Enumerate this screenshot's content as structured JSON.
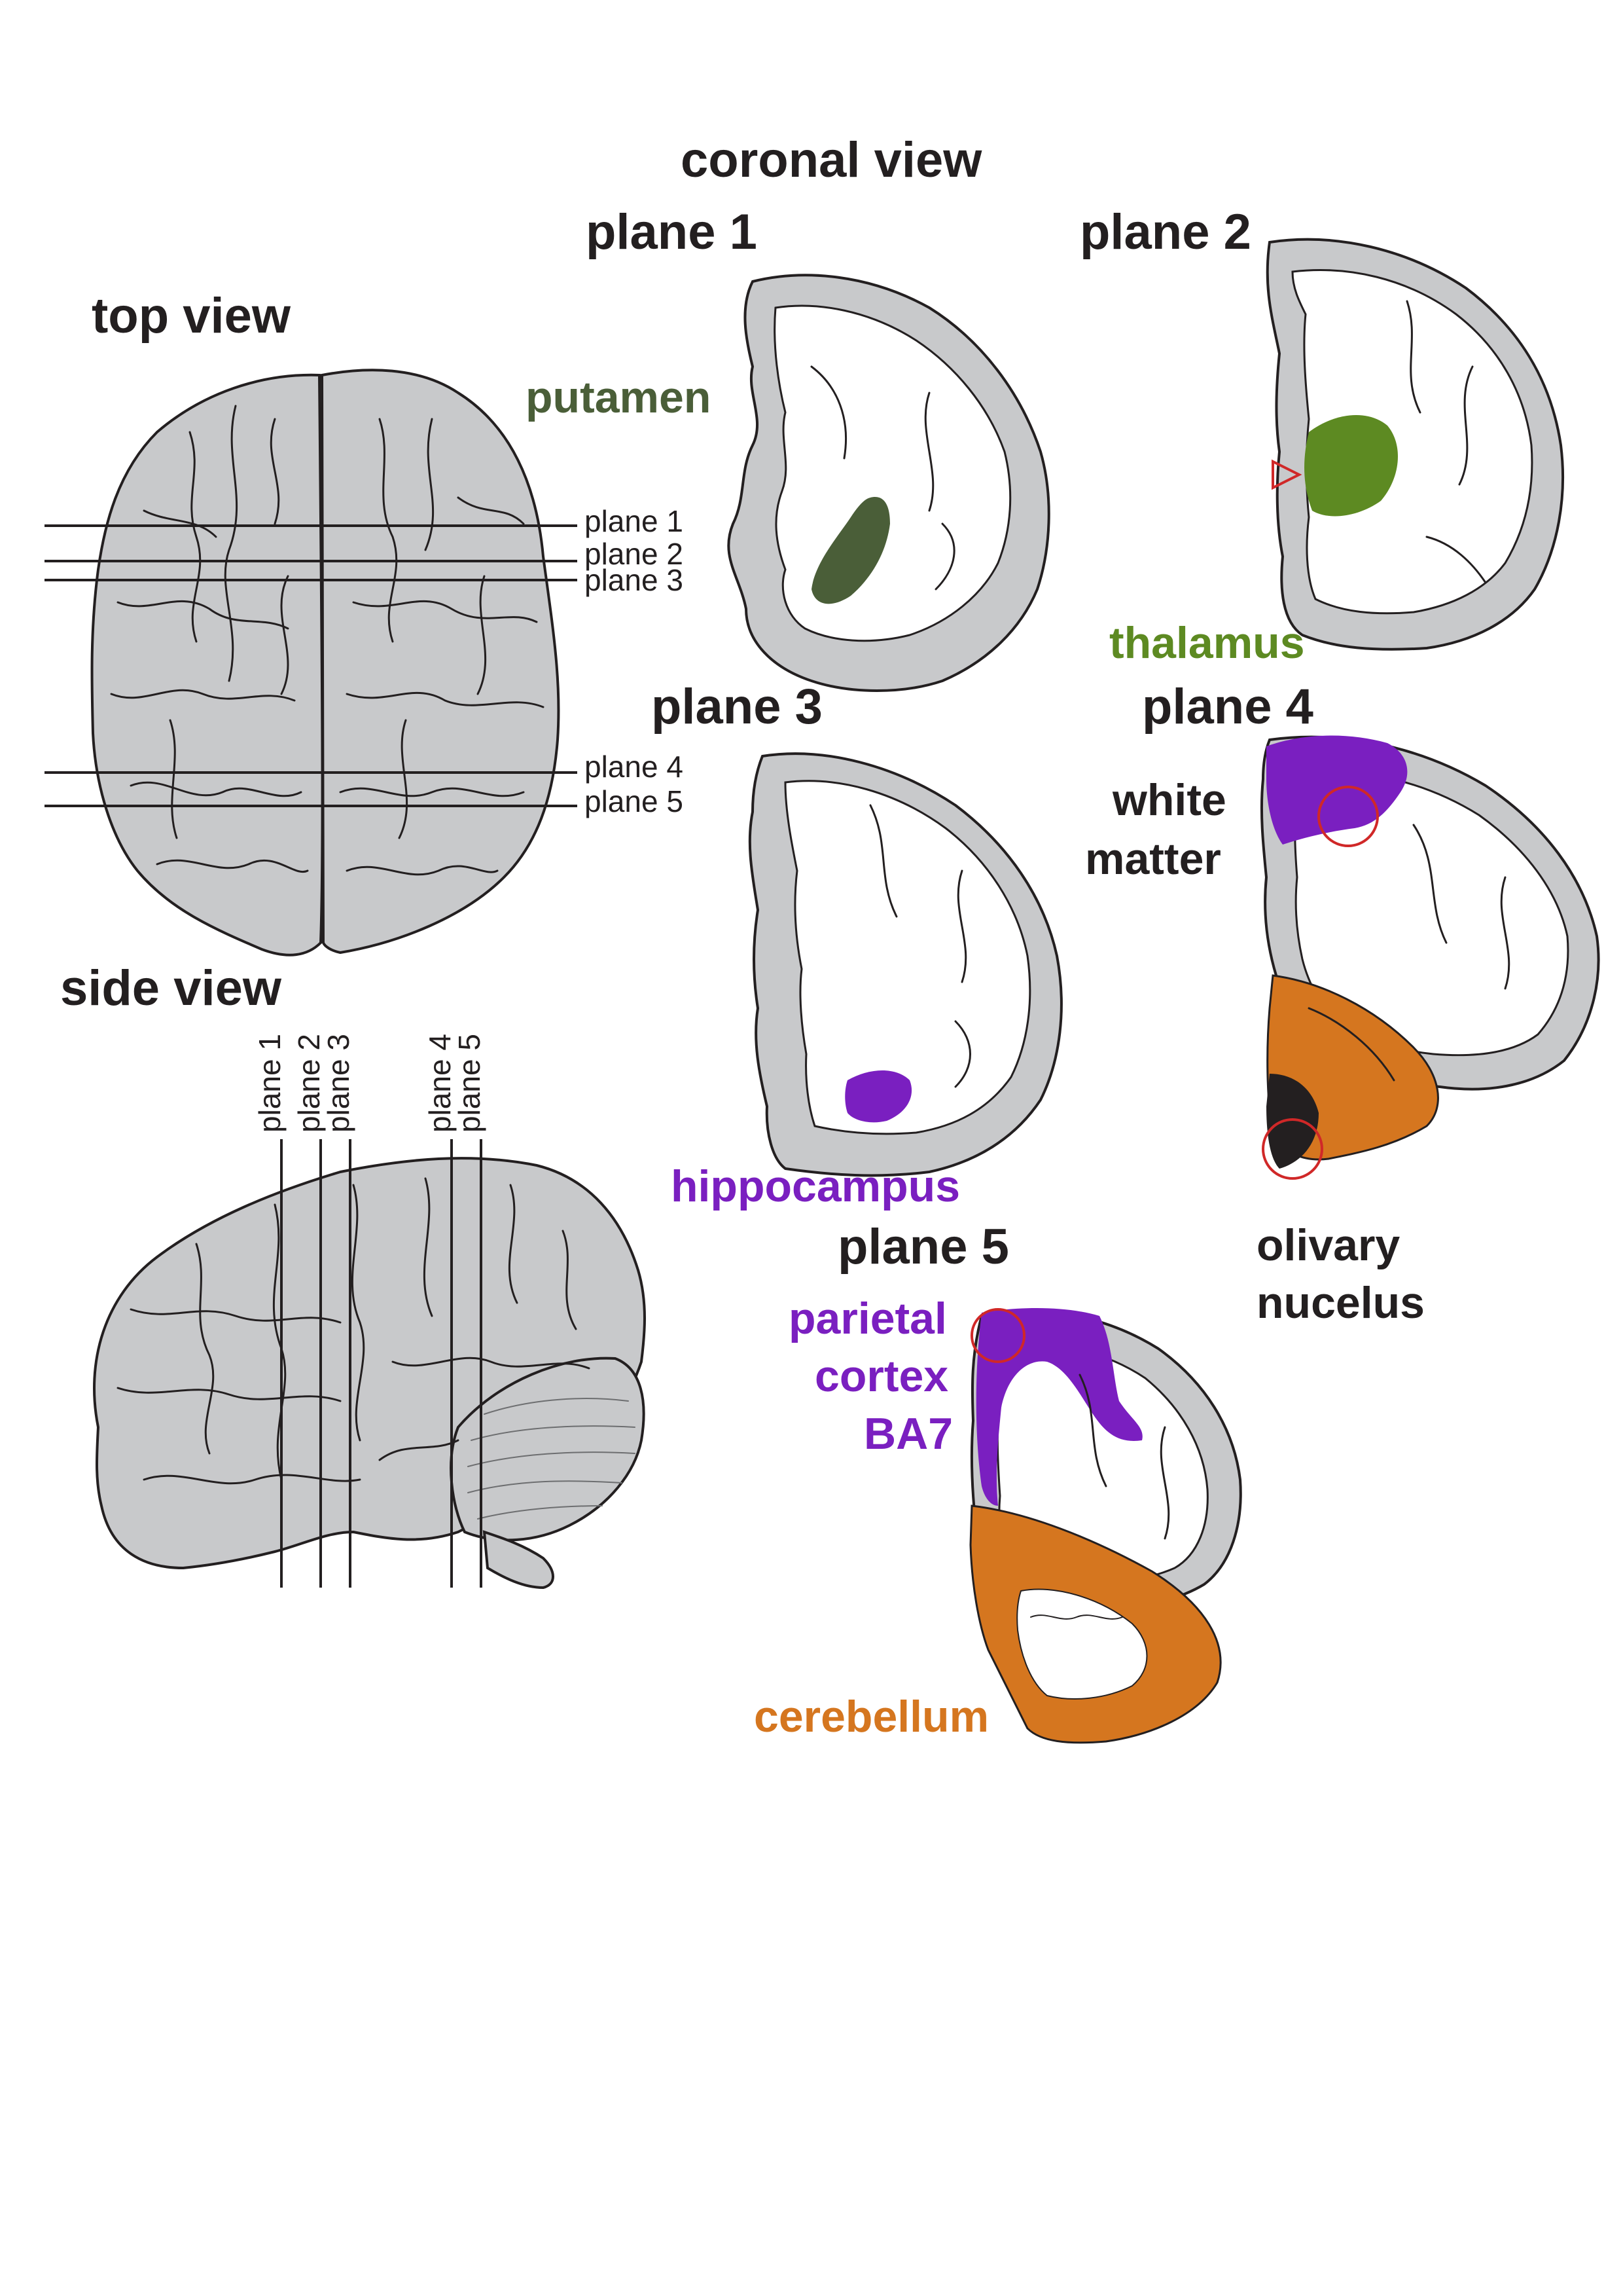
{
  "headings": {
    "coronal_view": "coronal view",
    "top_view": "top view",
    "side_view": "side view"
  },
  "top_view_planes": [
    "plane 1",
    "plane 2",
    "plane 3",
    "plane 4",
    "plane 5"
  ],
  "side_view_planes": [
    "plane 1",
    "plane 2",
    "plane 3",
    "plane 4",
    "plane 5"
  ],
  "coronal_sections": {
    "plane1": {
      "title": "plane 1",
      "region": "putamen"
    },
    "plane2": {
      "title": "plane 2",
      "region": "thalamus"
    },
    "plane3": {
      "title": "plane 3",
      "region": "hippocampus"
    },
    "plane4": {
      "title": "plane 4",
      "region_line1": "white",
      "region_line2": "matter",
      "region2_line1": "olivary",
      "region2_line2": "nucelus"
    },
    "plane5": {
      "title": "plane 5",
      "region_line1": "parietal",
      "region_line2": "cortex",
      "region_line3": "BA7",
      "region2": "cerebellum"
    }
  },
  "colors": {
    "putamen": "#4a5e38",
    "thalamus": "#5d8a22",
    "hippocampus": "#7a1fc0",
    "white_matter": "#7a1fc0",
    "parietal_cortex": "#7a1fc0",
    "cerebellum": "#d5761f",
    "olivary_nucleus": "#231f20",
    "grey_matter": "#c8c9cb",
    "marker": "#d02828"
  }
}
